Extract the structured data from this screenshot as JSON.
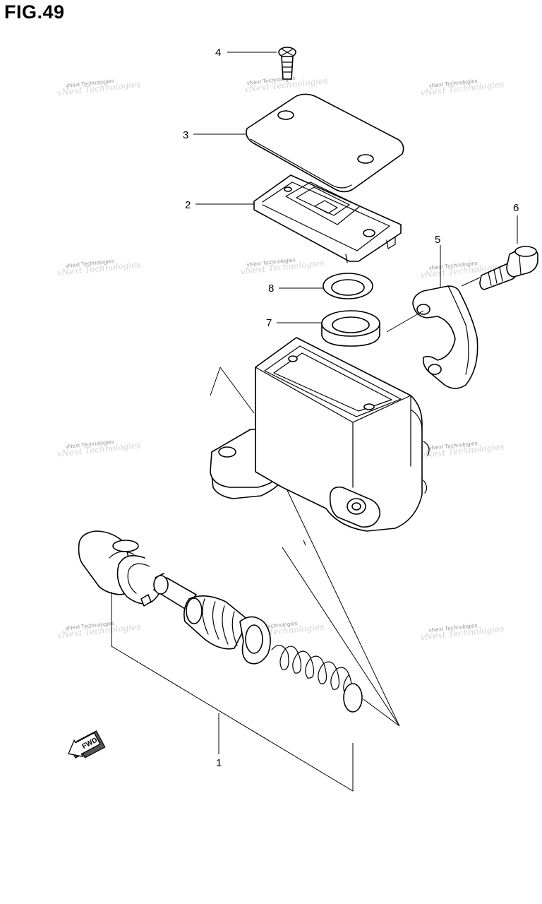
{
  "figure": {
    "title": "FIG.49"
  },
  "callouts": [
    {
      "number": "1",
      "part": "master-cylinder-piston-kit"
    },
    {
      "number": "2",
      "part": "reservoir-diaphragm"
    },
    {
      "number": "3",
      "part": "reservoir-cap"
    },
    {
      "number": "4",
      "part": "cap-screw"
    },
    {
      "number": "5",
      "part": "clamp-holder"
    },
    {
      "number": "6",
      "part": "clamp-bolt"
    },
    {
      "number": "7",
      "part": "diaphragm-plate"
    },
    {
      "number": "8",
      "part": "ring"
    }
  ],
  "direction_arrow": {
    "label": "FWD"
  },
  "watermark": {
    "text": "vNext Technologies"
  }
}
